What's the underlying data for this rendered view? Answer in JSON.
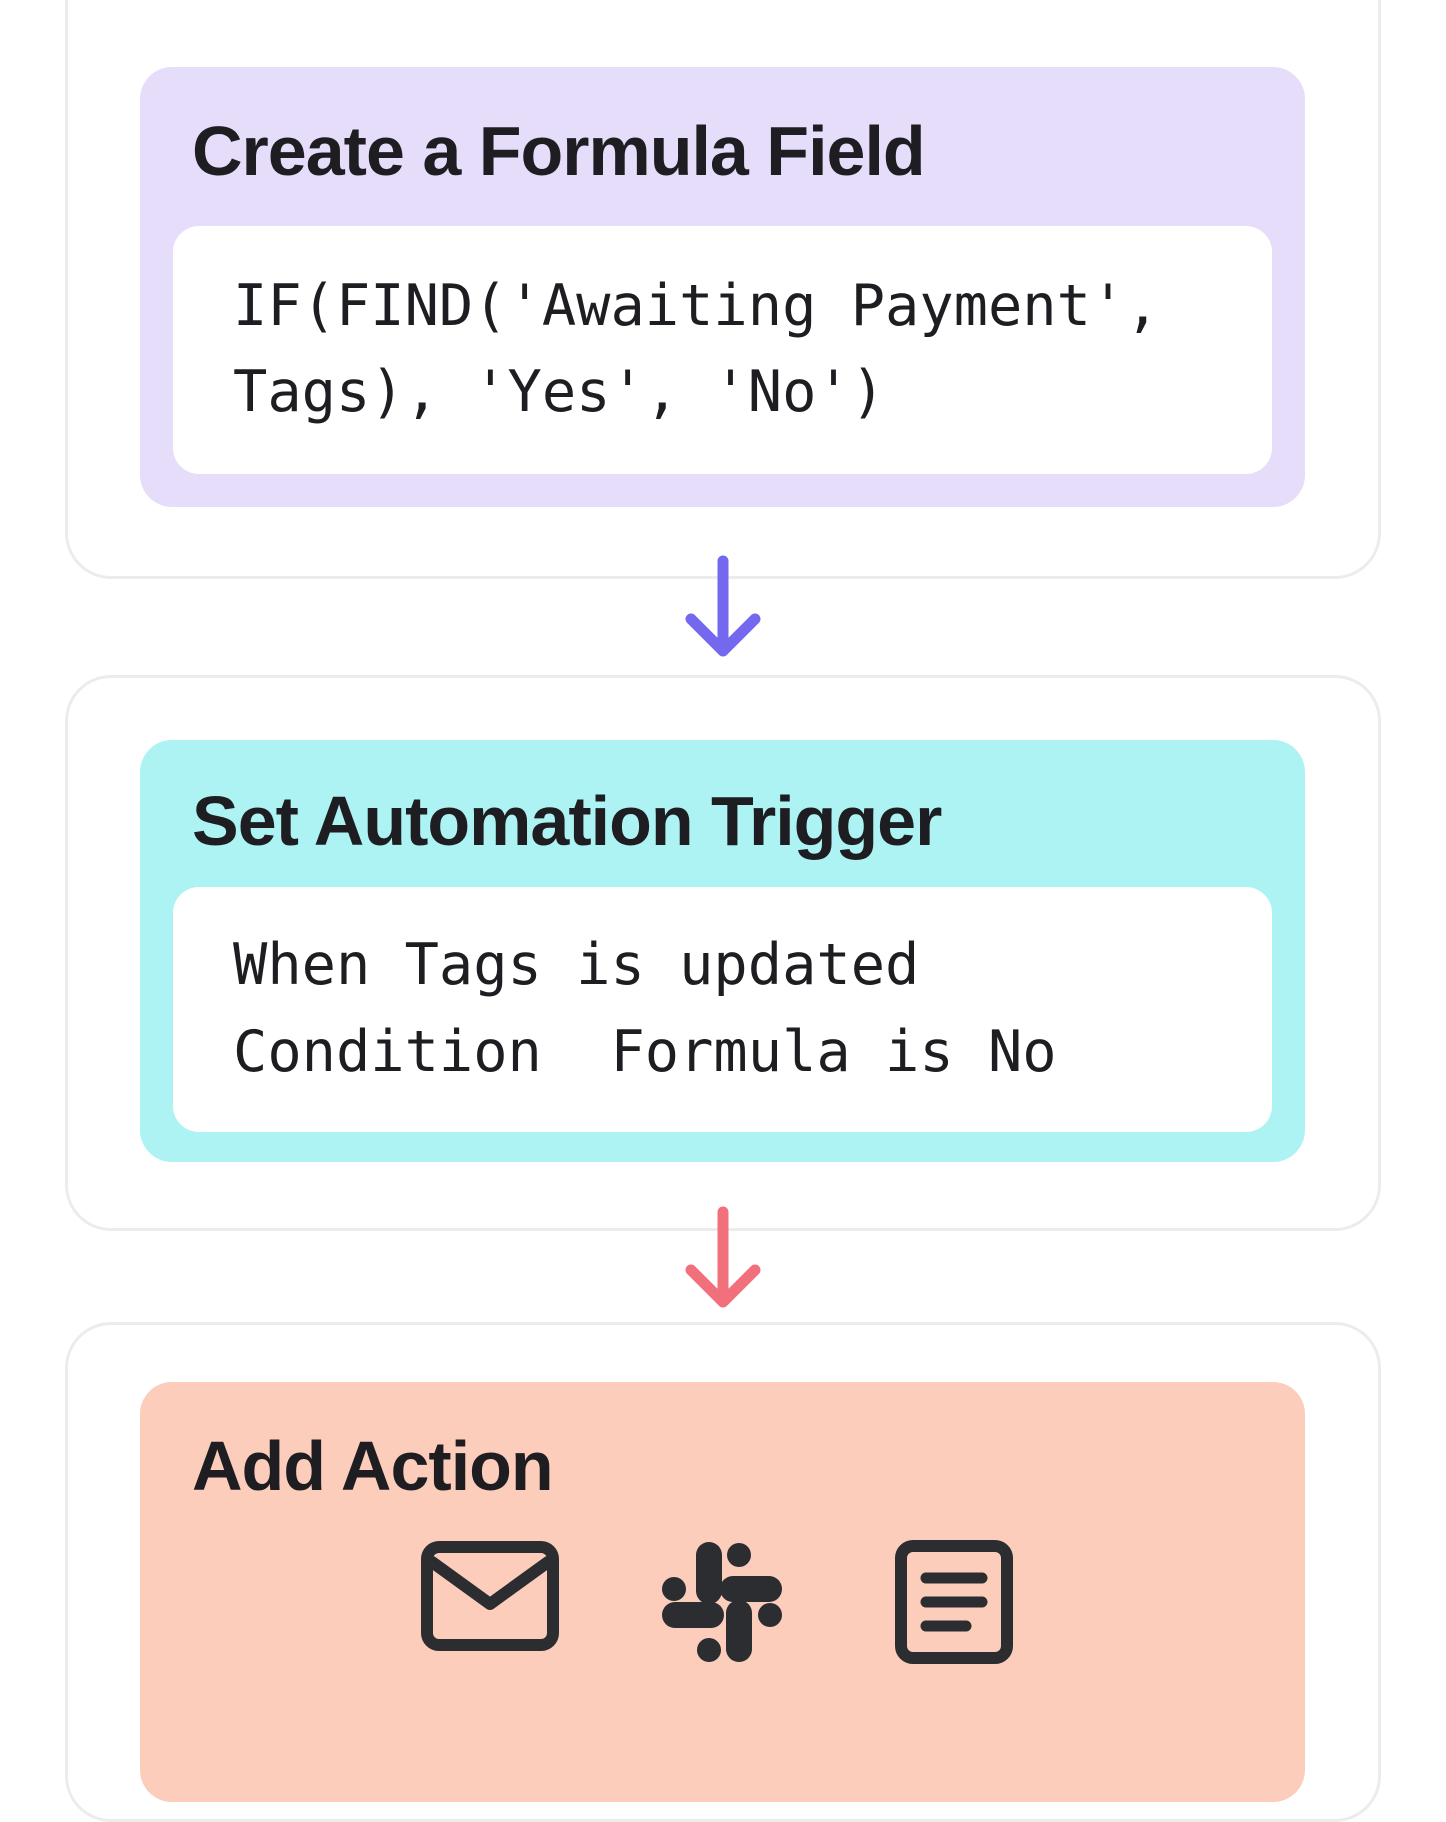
{
  "steps": [
    {
      "title": "Create a Formula Field",
      "lines": [
        "IF(FIND('Awaiting Payment',",
        "Tags), 'Yes', 'No')"
      ],
      "color": "#e6ddfb"
    },
    {
      "title": "Set Automation Trigger",
      "lines": [
        "When Tags is updated",
        "Condition  Formula is No"
      ],
      "color": "#adf3f3"
    },
    {
      "title": "Add Action",
      "icons": [
        "mail-icon",
        "slack-icon",
        "document-icon"
      ],
      "color": "#fccdbb"
    }
  ],
  "arrows": [
    {
      "color": "#7468ef"
    },
    {
      "color": "#f26f7c"
    }
  ]
}
